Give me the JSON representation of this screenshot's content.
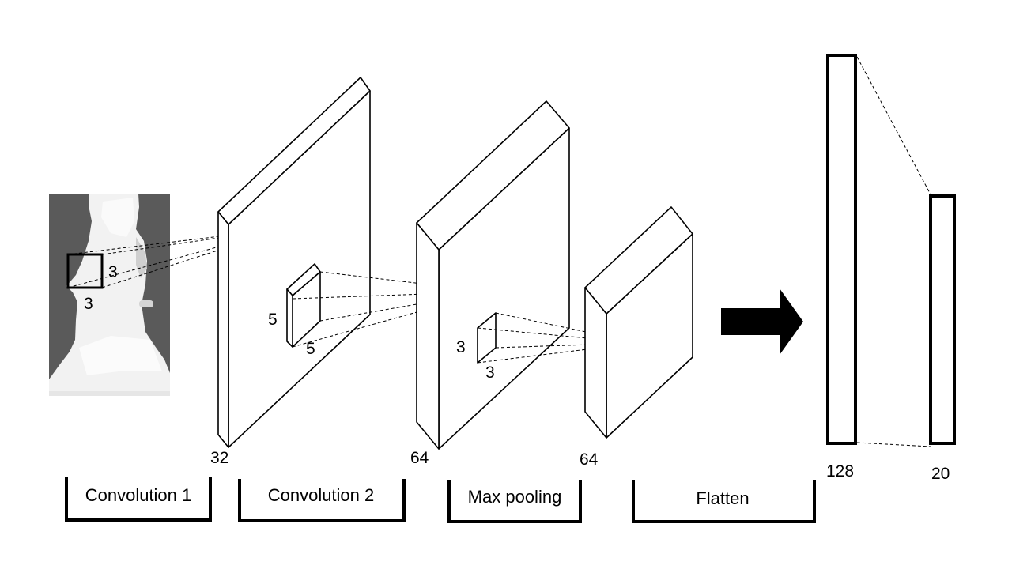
{
  "input": {
    "kernel_w": "3",
    "kernel_h": "3"
  },
  "layers": {
    "conv1": {
      "channels": "32",
      "kernel_w": "5",
      "kernel_h": "5"
    },
    "conv2": {
      "channels": "64",
      "kernel_w": "3",
      "kernel_h": "3"
    },
    "pool": {
      "channels": "64"
    }
  },
  "dense": {
    "fc1": "128",
    "fc2": "20"
  },
  "stages": {
    "conv1": "Convolution 1",
    "conv2": "Convolution 2",
    "pool": "Max pooling",
    "flatten": "Flatten"
  }
}
